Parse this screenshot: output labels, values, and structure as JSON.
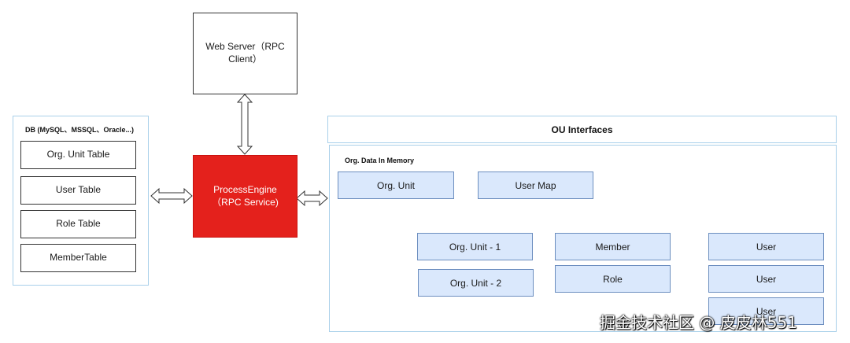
{
  "web_server": {
    "label": "Web Server（RPC Client）"
  },
  "db_panel": {
    "title": "DB (MySQL、MSSQL、Oracle...)",
    "tables": [
      {
        "label": "Org. Unit Table"
      },
      {
        "label": "User Table"
      },
      {
        "label": "Role Table"
      },
      {
        "label": "MemberTable"
      }
    ]
  },
  "process_engine": {
    "label": "ProcessEngine（RPC Service)"
  },
  "ou_interfaces": {
    "title": "OU Interfaces"
  },
  "memory_panel": {
    "title": "Org. Data In Memory",
    "org_unit": "Org. Unit",
    "user_map": "User Map",
    "org_unit_1": "Org. Unit - 1",
    "org_unit_2": "Org. Unit - 2",
    "member": "Member",
    "role": "Role",
    "users": [
      "User",
      "User",
      "User"
    ]
  },
  "watermark": "掘金技术社区 @ 皮皮林551",
  "colors": {
    "accent_red": "#e4211c",
    "box_blue": "#dae8fc",
    "box_blue_border": "#6c8ebf",
    "panel_border": "#a9d0ea"
  }
}
